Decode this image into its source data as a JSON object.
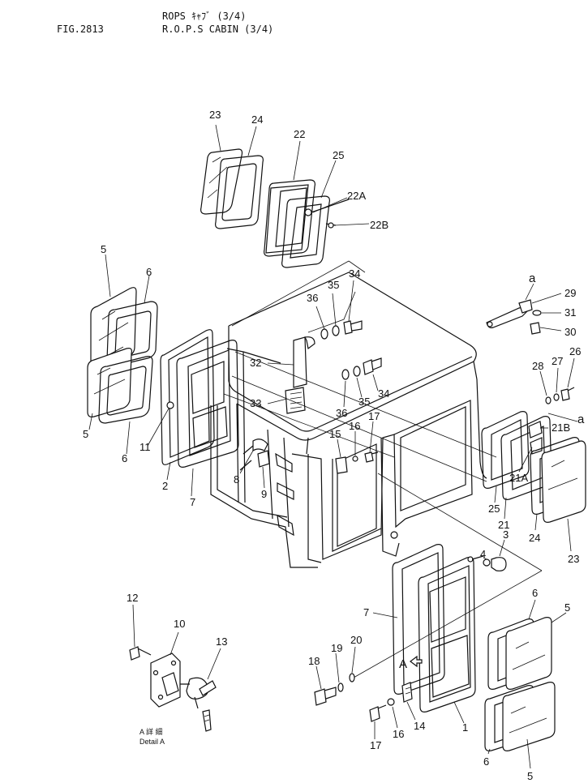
{
  "header": {
    "fig_number": "FIG.2813",
    "title_jp": "ROPS ｷｬﾌﾞ (3/4)",
    "title_en": "R.O.P.S CABIN (3/4)"
  },
  "callouts": {
    "c23_top": "23",
    "c24_top": "24",
    "c22": "22",
    "c25_top": "25",
    "c22A": "22A",
    "c22B": "22B",
    "c5_left_a": "5",
    "c6_left_a": "6",
    "c5_left_b": "5",
    "c6_left_b": "6",
    "c32": "32",
    "c33": "33",
    "c36_a": "36",
    "c35_a": "35",
    "c34_a": "34",
    "c36_b": "36",
    "c35_b": "35",
    "c34_b": "34",
    "c11": "11",
    "c2": "2",
    "c7_left": "7",
    "c8": "8",
    "c9": "9",
    "c15": "15",
    "c16_mid": "16",
    "c17_mid": "17",
    "ca_top": "a",
    "c29": "29",
    "c31": "31",
    "c30": "30",
    "c28": "28",
    "c27": "27",
    "c26": "26",
    "ca_right": "a",
    "c21B": "21B",
    "c21A": "21A",
    "c25_right": "25",
    "c21": "21",
    "c24_right": "24",
    "c23_right": "23",
    "c4": "4",
    "c3": "3",
    "c7_lower": "7",
    "c20": "20",
    "c19": "19",
    "c18": "18",
    "cA_arrow": "A",
    "c6_lower_a": "6",
    "c5_lower_a": "5",
    "c6_lower_b": "6",
    "c5_lower_b": "5",
    "c1": "1",
    "c14": "14",
    "c16_low": "16",
    "c17_low": "17",
    "c12": "12",
    "c10": "10",
    "c13": "13"
  },
  "detail": {
    "label_jp": "A 詳 細",
    "label_en": "Detail A"
  }
}
